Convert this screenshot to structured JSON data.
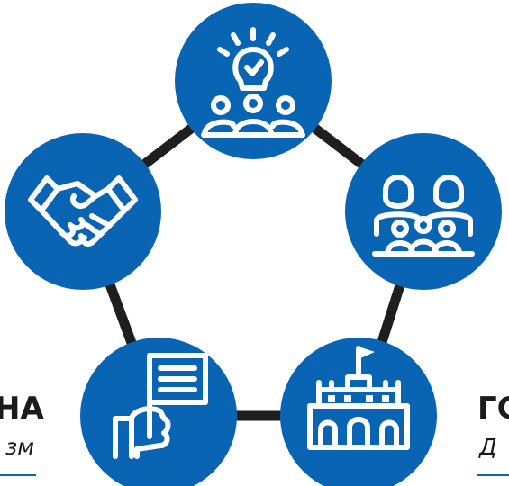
{
  "theme": {
    "accent": "#0a64b4",
    "edge_color": "#1e1e1e"
  },
  "nodes": [
    {
      "id": "ideas",
      "icon": "lightbulb-team-icon"
    },
    {
      "id": "families",
      "icon": "family-icon"
    },
    {
      "id": "government",
      "icon": "government-building-icon"
    },
    {
      "id": "participation",
      "icon": "hand-with-sign-icon"
    },
    {
      "id": "partnership",
      "icon": "handshake-icon"
    }
  ],
  "labels": {
    "left": {
      "title": "НА",
      "subtitle": "зм"
    },
    "right": {
      "title": "ГС",
      "subtitle": "Д"
    }
  }
}
